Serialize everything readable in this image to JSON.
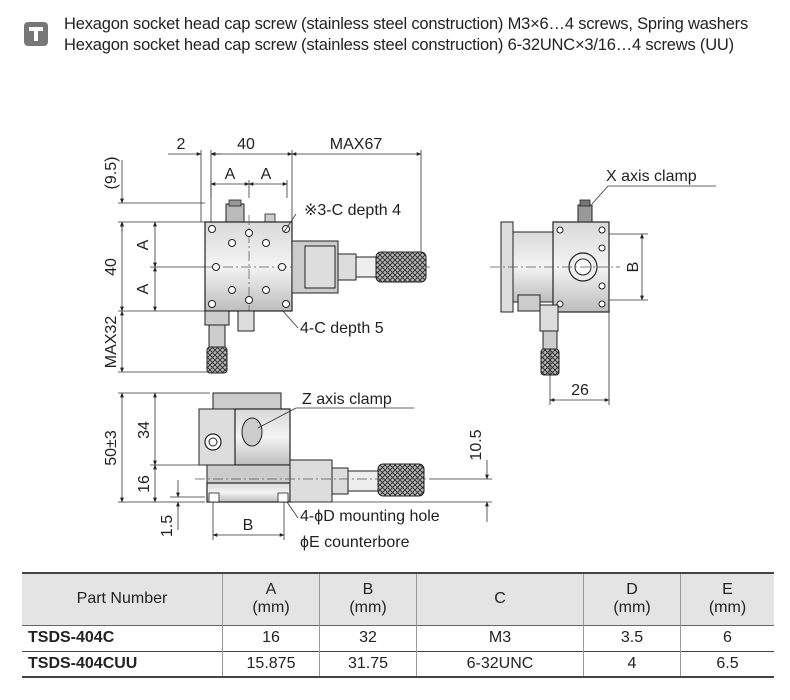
{
  "header": {
    "line1": "Hexagon socket head cap screw (stainless steel construction) M3×6…4 screws, Spring washers",
    "line2": "Hexagon socket head cap screw (stainless steel construction) 6-32UNC×3/16…4 screws (UU)"
  },
  "top_view": {
    "dim_2": "2",
    "dim_40_top": "40",
    "dim_max67": "MAX67",
    "dim_9_5": "(9.5)",
    "dim_a1": "A",
    "dim_a2": "A",
    "dim_40_left": "40",
    "dim_a_v1": "A",
    "dim_a_v2": "A",
    "dim_max32": "MAX32",
    "note_3c": "※3-C depth 4",
    "note_4c": "4-C depth 5"
  },
  "side_view": {
    "x_clamp": "X axis clamp",
    "dim_b": "B",
    "dim_26": "26"
  },
  "front_view": {
    "z_clamp": "Z axis clamp",
    "dim_50": "50±3",
    "dim_34": "34",
    "dim_16": "16",
    "dim_1_5": "1.5",
    "dim_10_5": "10.5",
    "dim_b": "B",
    "note_mount": "4-ϕD mounting hole",
    "note_cbore": "ϕE counterbore"
  },
  "table": {
    "headers": [
      {
        "name": "Part Number",
        "unit": ""
      },
      {
        "name": "A",
        "unit": "(mm)"
      },
      {
        "name": "B",
        "unit": "(mm)"
      },
      {
        "name": "C",
        "unit": ""
      },
      {
        "name": "D",
        "unit": "(mm)"
      },
      {
        "name": "E",
        "unit": "(mm)"
      }
    ],
    "rows": [
      [
        "TSDS-404C",
        "16",
        "32",
        "M3",
        "3.5",
        "6"
      ],
      [
        "TSDS-404CUU",
        "15.875",
        "31.75",
        "6-32UNC",
        "4",
        "6.5"
      ]
    ]
  }
}
